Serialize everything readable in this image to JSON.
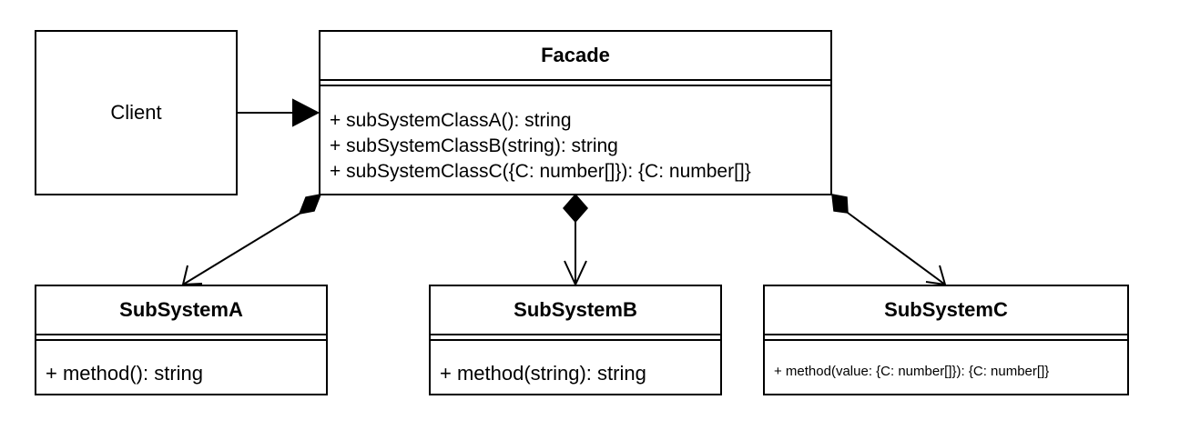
{
  "client": {
    "label": "Client"
  },
  "facade": {
    "name": "Facade",
    "methods": [
      "+ subSystemClassA(): string",
      "+ subSystemClassB(string): string",
      "+ subSystemClassC({C: number[]}): {C: number[]}"
    ]
  },
  "subsystems": [
    {
      "name": "SubSystemA",
      "methods": [
        "+ method(): string"
      ]
    },
    {
      "name": "SubSystemB",
      "methods": [
        "+ method(string): string"
      ]
    },
    {
      "name": "SubSystemC",
      "methods": [
        "+ method(value: {C: number[]}): {C: number[]}"
      ]
    }
  ],
  "connectors": [
    {
      "from": "Client",
      "to": "Facade",
      "type": "association"
    },
    {
      "from": "Facade",
      "to": "SubSystemA",
      "type": "composition"
    },
    {
      "from": "Facade",
      "to": "SubSystemB",
      "type": "composition"
    },
    {
      "from": "Facade",
      "to": "SubSystemC",
      "type": "composition"
    }
  ]
}
